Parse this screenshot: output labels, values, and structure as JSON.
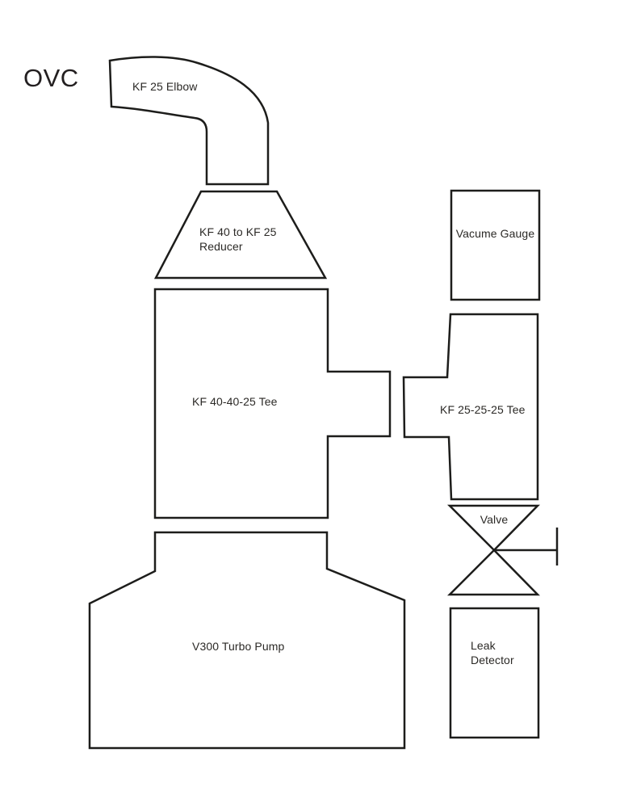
{
  "diagram": {
    "title": "OVC",
    "colors": {
      "line": "#1d1d1b",
      "text": "#2b2926",
      "background": "#ffffff"
    },
    "components": {
      "elbow": {
        "label": "KF 25 Elbow"
      },
      "reducer": {
        "label": "KF 40 to KF 25\nReducer"
      },
      "tee40": {
        "label": "KF 40-40-25 Tee"
      },
      "tee25": {
        "label": "KF 25-25-25 Tee"
      },
      "vacuum_gauge": {
        "label": "Vacume Gauge"
      },
      "valve": {
        "label": "Valve"
      },
      "pump": {
        "label": "V300 Turbo Pump"
      },
      "leak_detector": {
        "label": "Leak\nDetector"
      }
    }
  }
}
